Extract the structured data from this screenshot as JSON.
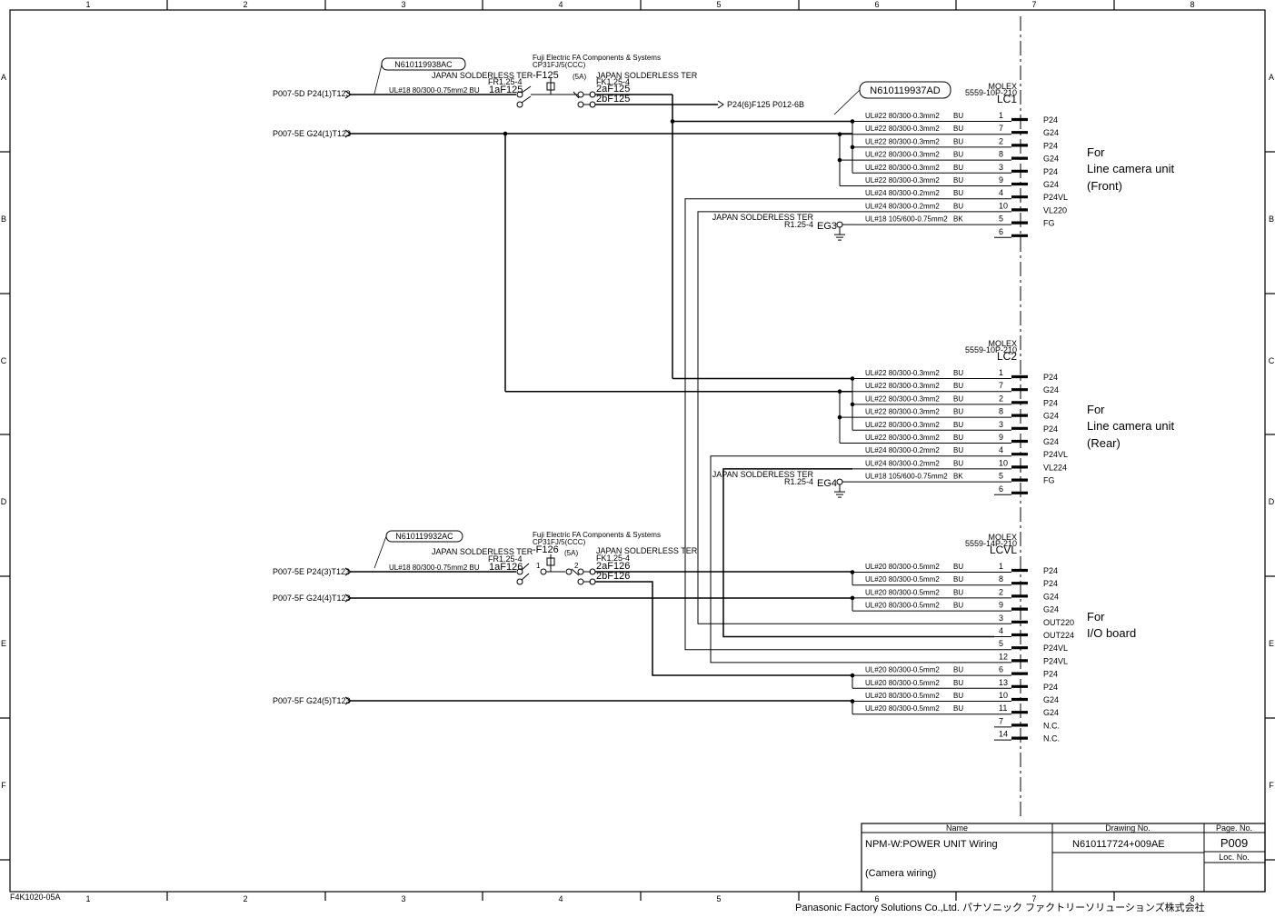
{
  "grid": {
    "columns": [
      "1",
      "2",
      "3",
      "4",
      "5",
      "6",
      "7",
      "8"
    ],
    "rows": [
      "A",
      "B",
      "C",
      "D",
      "E",
      "F"
    ]
  },
  "form_code": "F4K1020-05A",
  "company": "Panasonic Factory Solutions Co.,Ltd. パナソニック ファクトリーソリューションズ株式会社",
  "title_block": {
    "name_header": "Name",
    "drawing_no_header": "Drawing No.",
    "page_no_header": "Page. No.",
    "loc_no_header": "Loc. No.",
    "name_line1": "NPM-W:POWER UNIT Wiring",
    "name_line2": "(Camera wiring)",
    "drawing_no": "N610117724+009AE",
    "page_no": "P009"
  },
  "inputs": [
    {
      "label": "P007-5D  P24(1)T123"
    },
    {
      "label": "P007-5E  G24(1)T123"
    },
    {
      "label": "P007-5E  P24(3)T123"
    },
    {
      "label": "P007-5F  G24(4)T123"
    },
    {
      "label": "P007-5F  G24(5)T123"
    }
  ],
  "harness_tags": [
    "N610119938AC",
    "N610119937AD",
    "N610119932AC"
  ],
  "breaker1": {
    "maker_l1": "Fuji Electric FA  Components & Systems",
    "maker_l2": "CP31FJ/5(CCC)",
    "ref": "-F125",
    "rating": "(5A)",
    "ter_in": "JAPAN SOLDERLESS TER",
    "ter_in_pn": "FR1.25-4",
    "term_in": "1aF125",
    "ter_out": "JAPAN SOLDERLESS TER",
    "ter_out_pn": "FK1.25-4",
    "term_2a": "2aF125",
    "term_2b": "2bF125",
    "wire_in": "UL#18 80/300-0.75mm2 BU",
    "out_ref": "P24(6)F125  P012-6B"
  },
  "breaker2": {
    "maker_l1": "Fuji Electric FA  Components & Systems",
    "maker_l2": "CP31FJ/5(CCC)",
    "ref": "-F126",
    "rating": "(5A)",
    "ter_in": "JAPAN SOLDERLESS TER",
    "ter_in_pn": "FR1.25-4",
    "term_in": "1aF126",
    "ter_out": "JAPAN SOLDERLESS TER",
    "ter_out_pn": "FK1.25-4",
    "term_2a": "2aF126",
    "term_2b": "2bF126",
    "wire_in": "UL#18 80/300-0.75mm2 BU",
    "pin1": "1",
    "pin2": "2"
  },
  "connectors": [
    {
      "maker": "MOLEX",
      "part": "5559-10P-210",
      "ref": "LC1",
      "for_l1": "For",
      "for_l2": "Line camera unit",
      "for_l3": "(Front)",
      "ground": {
        "ter": "JAPAN SOLDERLESS TER",
        "pn": "R1.25-4",
        "ref": "EG3"
      },
      "rows": [
        {
          "wire": "UL#22 80/300-0.3mm2",
          "color": "BU",
          "pin": "1",
          "signal": "P24"
        },
        {
          "wire": "UL#22 80/300-0.3mm2",
          "color": "BU",
          "pin": "7",
          "signal": "G24"
        },
        {
          "wire": "UL#22 80/300-0.3mm2",
          "color": "BU",
          "pin": "2",
          "signal": "P24"
        },
        {
          "wire": "UL#22 80/300-0.3mm2",
          "color": "BU",
          "pin": "8",
          "signal": "G24"
        },
        {
          "wire": "UL#22 80/300-0.3mm2",
          "color": "BU",
          "pin": "3",
          "signal": "P24"
        },
        {
          "wire": "UL#22 80/300-0.3mm2",
          "color": "BU",
          "pin": "9",
          "signal": "G24"
        },
        {
          "wire": "UL#24 80/300-0.2mm2",
          "color": "BU",
          "pin": "4",
          "signal": "P24VL"
        },
        {
          "wire": "UL#24 80/300-0.2mm2",
          "color": "BU",
          "pin": "10",
          "signal": "VL220"
        },
        {
          "wire": "UL#18 105/600-0.75mm2",
          "color": "BK",
          "pin": "5",
          "signal": "FG"
        },
        {
          "wire": "",
          "color": "",
          "pin": "6",
          "signal": ""
        }
      ]
    },
    {
      "maker": "MOLEX",
      "part": "5559-10P-210",
      "ref": "LC2",
      "for_l1": "For",
      "for_l2": "Line camera unit",
      "for_l3": "(Rear)",
      "ground": {
        "ter": "JAPAN SOLDERLESS TER",
        "pn": "R1.25-4",
        "ref": "EG4"
      },
      "rows": [
        {
          "wire": "UL#22 80/300-0.3mm2",
          "color": "BU",
          "pin": "1",
          "signal": "P24"
        },
        {
          "wire": "UL#22 80/300-0.3mm2",
          "color": "BU",
          "pin": "7",
          "signal": "G24"
        },
        {
          "wire": "UL#22 80/300-0.3mm2",
          "color": "BU",
          "pin": "2",
          "signal": "P24"
        },
        {
          "wire": "UL#22 80/300-0.3mm2",
          "color": "BU",
          "pin": "8",
          "signal": "G24"
        },
        {
          "wire": "UL#22 80/300-0.3mm2",
          "color": "BU",
          "pin": "3",
          "signal": "P24"
        },
        {
          "wire": "UL#22 80/300-0.3mm2",
          "color": "BU",
          "pin": "9",
          "signal": "G24"
        },
        {
          "wire": "UL#24 80/300-0.2mm2",
          "color": "BU",
          "pin": "4",
          "signal": "P24VL"
        },
        {
          "wire": "UL#24 80/300-0.2mm2",
          "color": "BU",
          "pin": "10",
          "signal": "VL224"
        },
        {
          "wire": "UL#18 105/600-0.75mm2",
          "color": "BK",
          "pin": "5",
          "signal": "FG"
        },
        {
          "wire": "",
          "color": "",
          "pin": "6",
          "signal": ""
        }
      ]
    },
    {
      "maker": "MOLEX",
      "part": "5559-14P-210",
      "ref": "LCVL",
      "for_l1": "For",
      "for_l2": "I/O board",
      "for_l3": "",
      "rows": [
        {
          "wire": "UL#20 80/300-0.5mm2",
          "color": "BU",
          "pin": "1",
          "signal": "P24"
        },
        {
          "wire": "UL#20 80/300-0.5mm2",
          "color": "BU",
          "pin": "8",
          "signal": "P24"
        },
        {
          "wire": "UL#20 80/300-0.5mm2",
          "color": "BU",
          "pin": "2",
          "signal": "G24"
        },
        {
          "wire": "UL#20 80/300-0.5mm2",
          "color": "BU",
          "pin": "9",
          "signal": "G24"
        },
        {
          "wire": "",
          "color": "",
          "pin": "3",
          "signal": "OUT220"
        },
        {
          "wire": "",
          "color": "",
          "pin": "4",
          "signal": "OUT224"
        },
        {
          "wire": "",
          "color": "",
          "pin": "5",
          "signal": "P24VL"
        },
        {
          "wire": "",
          "color": "",
          "pin": "12",
          "signal": "P24VL"
        },
        {
          "wire": "UL#20 80/300-0.5mm2",
          "color": "BU",
          "pin": "6",
          "signal": "P24"
        },
        {
          "wire": "UL#20 80/300-0.5mm2",
          "color": "BU",
          "pin": "13",
          "signal": "P24"
        },
        {
          "wire": "UL#20 80/300-0.5mm2",
          "color": "BU",
          "pin": "10",
          "signal": "G24"
        },
        {
          "wire": "UL#20 80/300-0.5mm2",
          "color": "BU",
          "pin": "11",
          "signal": "G24"
        },
        {
          "wire": "",
          "color": "",
          "pin": "7",
          "signal": "N.C."
        },
        {
          "wire": "",
          "color": "",
          "pin": "14",
          "signal": "N.C."
        }
      ]
    }
  ]
}
